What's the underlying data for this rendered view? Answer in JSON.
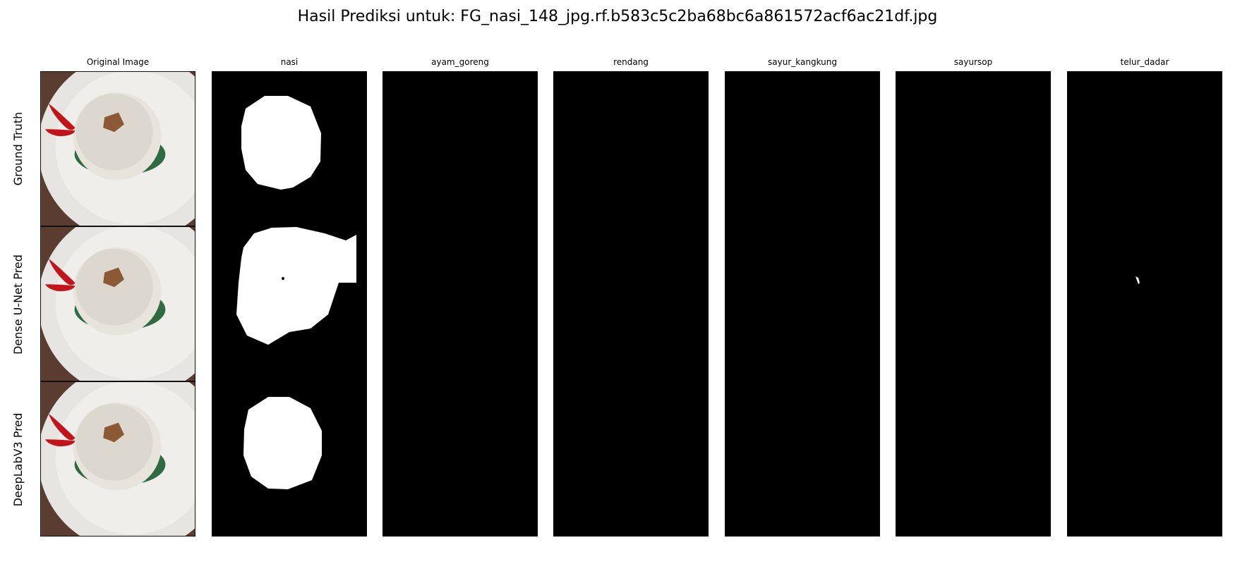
{
  "title": "Hasil Prediksi untuk: FG_nasi_148_jpg.rf.b583c5c2ba68bc6a861572acf6ac21df.jpg",
  "columns": [
    "Original Image",
    "nasi",
    "ayam_goreng",
    "rendang",
    "sayur_kangkung",
    "sayursop",
    "telur_dadar"
  ],
  "rows": [
    "Ground Truth",
    "Dense U-Net Pred",
    "DeepLabV3 Pred"
  ],
  "colors": {
    "mask_background": "#000000",
    "mask_foreground": "#ffffff",
    "plate": "#ecebe7",
    "chili": "#c4141b",
    "table": "#6b4a3a"
  }
}
